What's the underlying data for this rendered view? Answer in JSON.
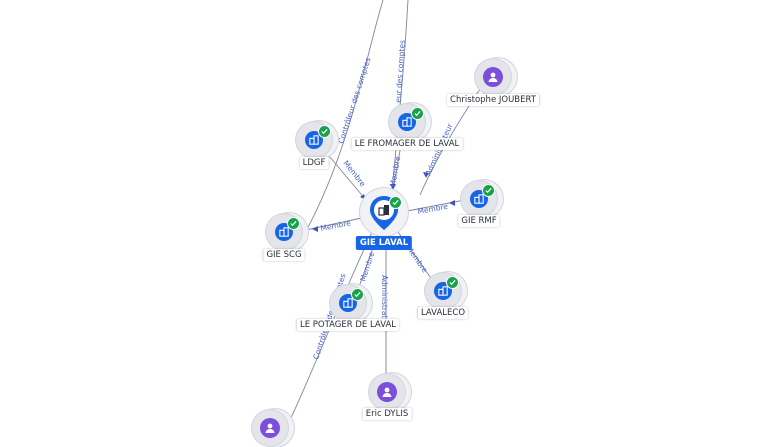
{
  "center": {
    "name": "GIE LAVAL",
    "type": "company",
    "verified": true
  },
  "nodes": [
    {
      "id": "christophe-joubert",
      "label": "Christophe JOUBERT",
      "type": "person",
      "verified": false
    },
    {
      "id": "le-fromager-de-laval",
      "label": "LE FROMAGER DE LAVAL",
      "type": "company",
      "verified": true
    },
    {
      "id": "ldgf",
      "label": "LDGF",
      "type": "company",
      "verified": true
    },
    {
      "id": "gie-rmf",
      "label": "GIE RMF",
      "type": "company",
      "verified": true
    },
    {
      "id": "gie-scg",
      "label": "GIE SCG",
      "type": "company",
      "verified": true
    },
    {
      "id": "lavaleco",
      "label": "LAVALECO",
      "type": "company",
      "verified": true
    },
    {
      "id": "le-potager-de-laval",
      "label": "LE POTAGER DE LAVAL",
      "type": "company",
      "verified": true
    },
    {
      "id": "eric-dylis",
      "label": "Eric DYLIS",
      "type": "person",
      "verified": false
    },
    {
      "id": "offscreen-person",
      "label": "",
      "type": "person",
      "verified": false
    }
  ],
  "edge_labels": {
    "controleur_top": "Contrôleur des comptes",
    "controleur_top2": "...eur des comptes",
    "adm_joubert": "Administrateur",
    "membre_fromager": "Membre",
    "membre_ldgf": "Membre",
    "membre_rmf": "Membre",
    "membre_scg": "Membre",
    "membre_lavaleco": "Membre",
    "membre_potager": "Membre",
    "adm_dylis": "Administrat",
    "controleur_bottom": "Contrôleur des comptes"
  },
  "colors": {
    "company": "#1565e6",
    "person": "#7b4fdb",
    "verified": "#16a34a",
    "edge_label": "#4a63c8"
  },
  "icons": {
    "company": "building-icon",
    "person": "user-icon",
    "verified": "check-icon",
    "center": "map-pin-icon"
  }
}
